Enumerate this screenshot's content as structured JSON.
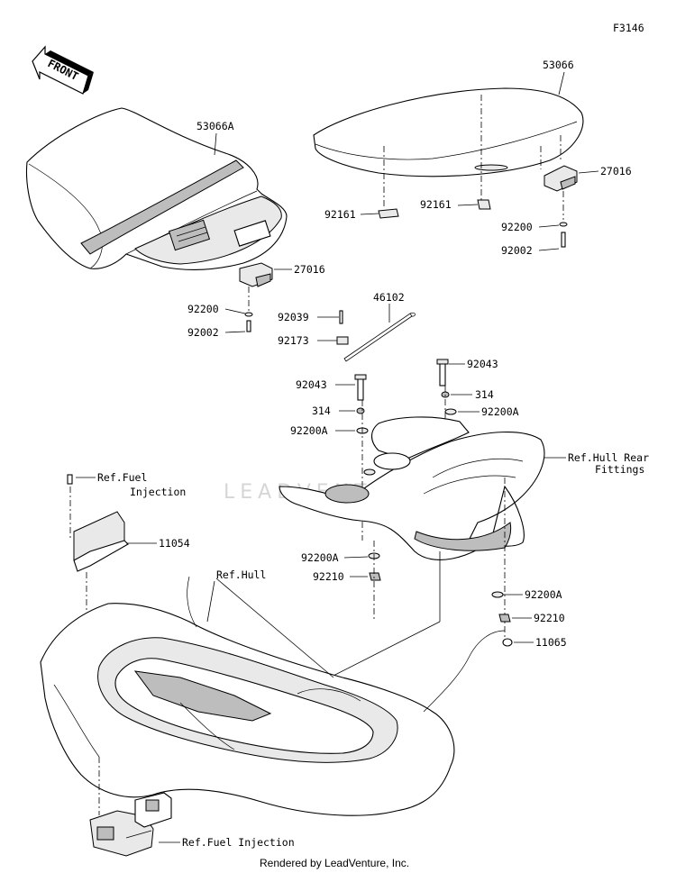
{
  "figure_code": "F3146",
  "front_arrow_label": "FRONT",
  "watermark": "LEADVENTURE",
  "footer": "Rendered by LeadVenture, Inc.",
  "labels": {
    "seat_front": "53066A",
    "seat_rear": "53066",
    "bracket_front": "27016",
    "bracket_rear": "27016",
    "washer_92200_front": "92200",
    "bolt_92002_front": "92002",
    "washer_92200_rear": "92200",
    "bolt_92002_rear": "92002",
    "clip_92161_left": "92161",
    "clip_92161_right": "92161",
    "rod_46102": "46102",
    "pin_92039": "92039",
    "clip_92173": "92173",
    "bolt_92043_left": "92043",
    "bolt_92043_right": "92043",
    "collar_314_left": "314",
    "collar_314_right": "314",
    "washer_92200A_left_top": "92200A",
    "washer_92200A_right_top": "92200A",
    "washer_92200A_left_bottom": "92200A",
    "washer_92200A_right_bottom": "92200A",
    "nut_92210_left": "92210",
    "nut_92210_right": "92210",
    "cap_11065": "11065",
    "bracket_11054": "11054",
    "ref_fuel_injection_top_1": "Ref.Fuel",
    "ref_fuel_injection_top_2": "Injection",
    "ref_hull": "Ref.Hull",
    "ref_hull_rear_fittings_1": "Ref.Hull Rear",
    "ref_hull_rear_fittings_2": "Fittings",
    "ref_fuel_injection_bottom": "Ref.Fuel Injection"
  }
}
